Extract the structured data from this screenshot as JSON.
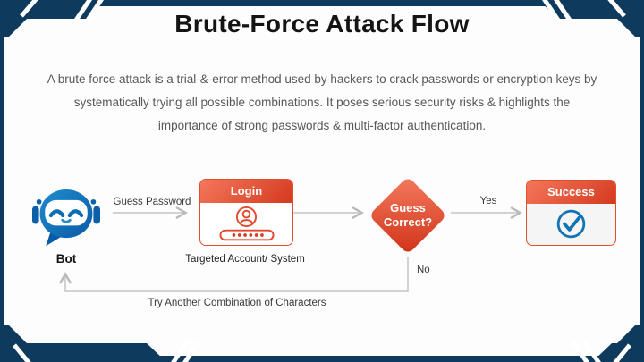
{
  "slide": {
    "title": "Brute-Force Attack Flow",
    "description": "A brute force attack is a trial-&-error method used by hackers to crack passwords or encryption keys by systematically trying all possible combinations. It poses serious security risks & highlights the importance of strong passwords & multi-factor authentication."
  },
  "flow": {
    "bot": {
      "label": "Bot",
      "icon": "bot-icon"
    },
    "guess_arrow_label": "Guess Password",
    "login": {
      "title": "Login",
      "caption": "Targeted Account/ System",
      "icons": [
        "user-account-icon",
        "password-dots-icon"
      ]
    },
    "decision": {
      "label": "Guess Correct?"
    },
    "yes_label": "Yes",
    "no_label": "No",
    "success": {
      "title": "Success",
      "icon": "check-circle-icon"
    },
    "retry_label": "Try Another Combination of Characters"
  },
  "colors": {
    "frame_navy": "#0e3a5d",
    "accent_red_light": "#f4775b",
    "accent_red_dark": "#d43a1f",
    "bot_blue_light": "#1b85c9",
    "bot_blue_dark": "#0b60a8",
    "check_blue": "#1273b5",
    "connector_gray": "#c4c4c4",
    "text_gray": "#575757"
  }
}
